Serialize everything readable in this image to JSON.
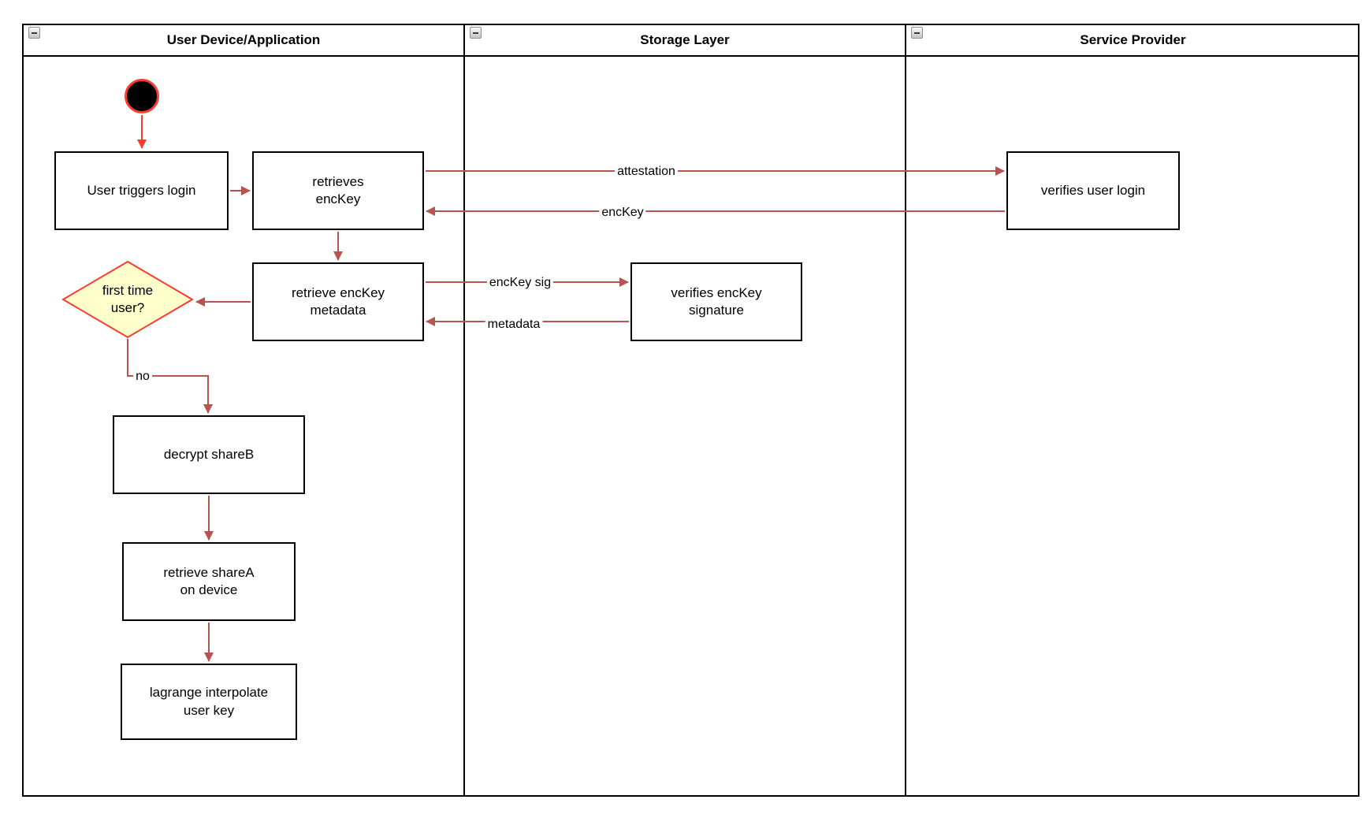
{
  "lanes": [
    {
      "title": "User Device/Application"
    },
    {
      "title": "Storage Layer"
    },
    {
      "title": "Service Provider"
    }
  ],
  "nodes": {
    "login": {
      "label": "User triggers login"
    },
    "retrieves": {
      "label": "retrieves\nencKey"
    },
    "verify_login": {
      "label": "verifies user login"
    },
    "metadata": {
      "label": "retrieve encKey\nmetadata"
    },
    "verify_sig": {
      "label": "verifies encKey\nsignature"
    },
    "decrypt": {
      "label": "decrypt shareB"
    },
    "share_a": {
      "label": "retrieve shareA\non device"
    },
    "lagrange": {
      "label": "lagrange interpolate\nuser key"
    }
  },
  "decision": {
    "label": "first time\nuser?"
  },
  "edges": {
    "attestation": "attestation",
    "enckey": "encKey",
    "enckey_sig": "encKey sig",
    "metadata": "metadata",
    "no": "no"
  },
  "colors": {
    "flow": "#b85450",
    "accent_red": "#ff3b30",
    "decision_fill": "#ffffcc",
    "border": "#000000"
  }
}
